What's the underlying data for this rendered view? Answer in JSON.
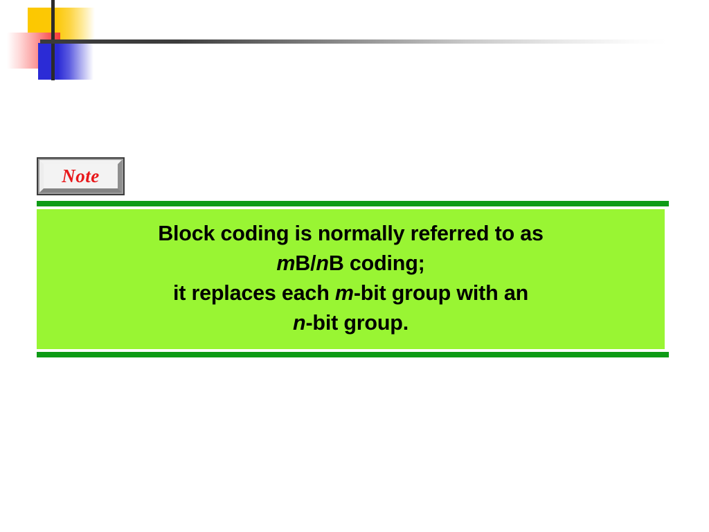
{
  "slide": {
    "background_color": "#FFFFFF",
    "decoration": {
      "name": "corner-accent-motif",
      "yellow_color": "#FCC800",
      "red_color": "#F83A3A",
      "blue_color": "#2B2BD6",
      "line_color": "#2B2B2B"
    },
    "note_button": {
      "label": "Note",
      "text_color": "#E8181B",
      "face_color": "#F3F3F3",
      "frame_color": "#3C3C3C"
    },
    "note_block": {
      "fill_color": "#99F533",
      "rule_color": "#0E9B16",
      "text_color": "#000000",
      "lines": [
        "Block coding is normally referred to as",
        "mB/nB coding;",
        "it replaces each m-bit group with an",
        "n-bit group."
      ],
      "full_text": "Block coding is normally referred to as mB/nB coding; it replaces each m-bit group with an n-bit group.",
      "line1_plain": "Block coding is normally referred to as",
      "line2_prefix_italic": "m",
      "line2_mid": "B/",
      "line2_italic2": "n",
      "line2_suffix": "B coding;",
      "line3_prefix": "it replaces each ",
      "line3_italic": "m",
      "line3_suffix": "-bit group with an",
      "line4_italic": "n",
      "line4_suffix": "-bit group."
    }
  }
}
